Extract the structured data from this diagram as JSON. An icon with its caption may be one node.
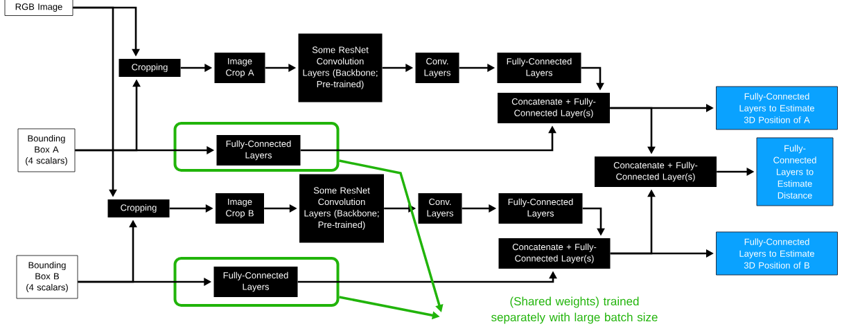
{
  "diagram": {
    "nodes": [
      {
        "text": [
          "RGB Image"
        ]
      },
      {
        "text": [
          "Bounding Box A",
          "(4 scalars)"
        ]
      },
      {
        "text": [
          "Bounding Box B",
          "(4 scalars)"
        ]
      },
      {
        "text": [
          "Cropping"
        ]
      },
      {
        "text": [
          "Image Crop A"
        ]
      },
      {
        "text": [
          "Some ResNet Convolution Layers (Backbone; Pre-trained)"
        ]
      },
      {
        "text": [
          "Conv. Layers"
        ]
      },
      {
        "text": [
          "Fully-Connected Layers"
        ]
      },
      {
        "text": [
          "Concatenate + Fully-Connected Layer(s)"
        ]
      },
      {
        "text": [],
        "shape": "box"
      },
      {
        "text": [
          "Fully-Connected Layers"
        ],
        "in": 9
      },
      {
        "text": [
          "Cropping"
        ]
      },
      {
        "text": [
          "Image Crop B"
        ]
      },
      {
        "text": [
          "Some ResNet Convolution Layers (Backbone; Pre-trained)"
        ]
      },
      {
        "text": [
          "Conv. Layers"
        ]
      },
      {
        "text": [
          "Fully-Connected Layers"
        ]
      },
      {
        "text": [
          "Concatenate + Fully-Connected Layer(s)"
        ]
      },
      {
        "text": [],
        "shape": "box"
      },
      {
        "text": [
          "Fully-Connected Layers"
        ],
        "in": 17
      },
      {
        "text": [
          "Concatenate + Fully-Connected Layer(s)"
        ]
      },
      {
        "text": [
          "Fully-Connected Layers to Estimate 3D Position of A"
        ]
      },
      {
        "text": [
          "Fully-Connected Layers to Estimate Distance"
        ]
      },
      {
        "text": [
          "Fully-Connected Layers to Estimate 3D Position of B"
        ]
      },
      {
        "text": [
          "(Shared weights) trained separately with large batch size"
        ]
      }
    ],
    "edges": [
      {
        "from": 0,
        "to": 3,
        "arrow": "to"
      },
      {
        "from": 0,
        "to": 11,
        "arrow": "to"
      },
      {
        "from": 1,
        "to": 3,
        "arrow": "to"
      },
      {
        "from": 1,
        "to": 10,
        "arrow": "to"
      },
      {
        "from": 2,
        "to": 11,
        "arrow": "to"
      },
      {
        "from": 2,
        "to": 18,
        "arrow": "to"
      },
      {
        "from": 3,
        "to": 4,
        "arrow": "to"
      },
      {
        "from": 4,
        "to": 5,
        "arrow": "to"
      },
      {
        "from": 5,
        "to": 6,
        "arrow": "to"
      },
      {
        "from": 6,
        "to": 7,
        "arrow": "to"
      },
      {
        "from": 7,
        "to": 8,
        "arrow": "to"
      },
      {
        "from": 10,
        "to": 8,
        "arrow": "to"
      },
      {
        "from": 11,
        "to": 12,
        "arrow": "to"
      },
      {
        "from": 12,
        "to": 13,
        "arrow": "to"
      },
      {
        "from": 13,
        "to": 14,
        "arrow": "to"
      },
      {
        "from": 14,
        "to": 15,
        "arrow": "to"
      },
      {
        "from": 15,
        "to": 16,
        "arrow": "to"
      },
      {
        "from": 18,
        "to": 16,
        "arrow": "to"
      },
      {
        "from": 8,
        "to": 20,
        "arrow": "to"
      },
      {
        "from": 8,
        "to": 19,
        "arrow": "to"
      },
      {
        "from": 16,
        "to": 22,
        "arrow": "to"
      },
      {
        "from": 16,
        "to": 19,
        "arrow": "to"
      },
      {
        "from": 19,
        "to": 21,
        "arrow": "to"
      },
      {
        "from": 9,
        "to": 23,
        "arrow": "to",
        "color": "#21b40a"
      },
      {
        "from": 17,
        "to": 23,
        "arrow": "to",
        "color": "#21b40a"
      }
    ]
  }
}
